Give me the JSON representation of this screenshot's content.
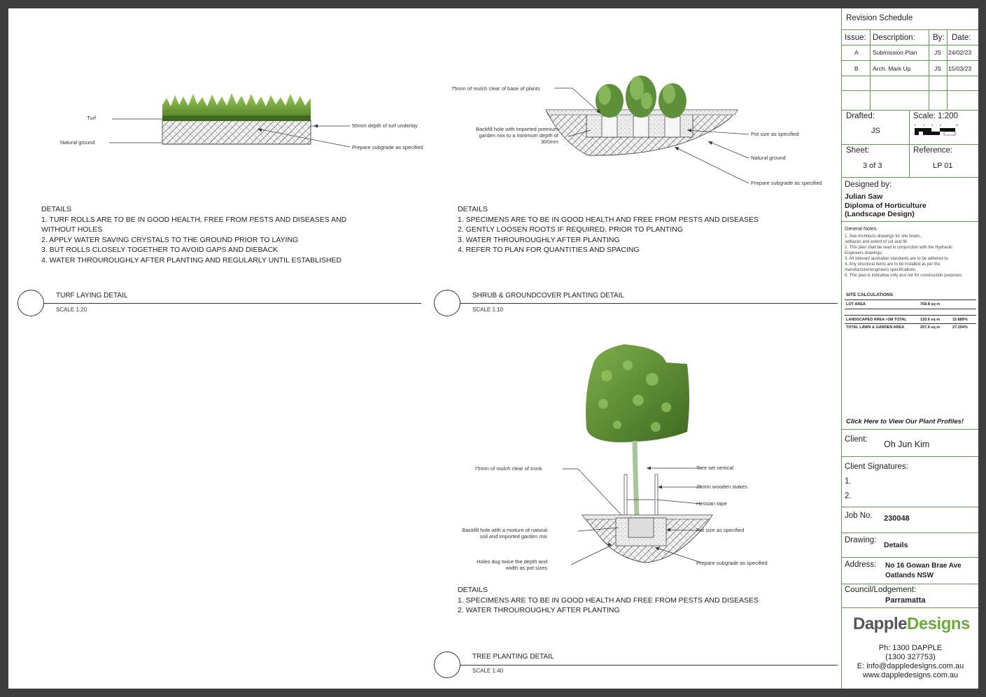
{
  "turf": {
    "labels": {
      "turf": "Turf",
      "natural_ground": "Natural ground",
      "underlay": "50mm depth of turf underlay",
      "subgrade": "Prepare subgrade as specified"
    },
    "details_heading": "DETAILS",
    "details": [
      "1. TURF ROLLS ARE TO BE IN GOOD HEALTH, FREE FROM PESTS AND DISEASES AND",
      "WITHOUT HOLES",
      "2. APPLY WATER SAVING CRYSTALS TO THE GROUND PRIOR TO LAYING",
      "3. BUT ROLLS CLOSELY TOGETHER TO AVOID GAPS AND DIEBACK",
      "4. WATER THROUROUGHLY AFTER PLANTING AND REGULARLY UNTIL ESTABLISHED"
    ],
    "title": "TURF LAYING DETAIL",
    "scale": "SCALE 1:20"
  },
  "shrub": {
    "labels": {
      "mulch": "75mm of mulch clear of base of plants",
      "backfill_1": "Backfill hole with imported premium",
      "backfill_2": "garden mix to a minimum depth of",
      "backfill_3": "300mm",
      "pot_size": "Pot size as specified",
      "natural_ground": "Natural ground",
      "subgrade": "Prepare subgrade as specified"
    },
    "details_heading": "DETAILS",
    "details": [
      "1. SPECIMENS ARE TO BE IN GOOD HEALTH AND FREE FROM PESTS AND DISEASES",
      "2. GENTLY LOOSEN ROOTS IF REQUIRED, PRIOR TO PLANTING",
      "3. WATER THROUROUGHLY AFTER PLANTING",
      "4. REFER TO PLAN FOR QUANTITIES AND SPACING"
    ],
    "title": "SHRUB & GROUNDCOVER PLANTING DETAIL",
    "scale": "SCALE 1:10"
  },
  "tree": {
    "labels": {
      "mulch": "75mm of mulch clear of trunk",
      "tree_vertical": "Tree set vertical",
      "stakes": "25mm wooden stakes",
      "hessian": "Hessian tape",
      "backfill_1": "Backfill hole with a mixture of natural",
      "backfill_2": "soil and imported garden mix",
      "pot_size": "Pot size as specified",
      "holes_1": "Holes dug twice the depth and",
      "holes_2": "width as pot sizes",
      "subgrade": "Prepare subgrade as specified"
    },
    "details_heading": "DETAILS",
    "details": [
      "1. SPECIMENS ARE TO BE IN GOOD HEALTH AND FREE FROM PESTS AND DISEASES",
      "2. WATER THROUROUGHLY AFTER PLANTING"
    ],
    "title": "TREE PLANTING DETAIL",
    "scale": "SCALE 1:40"
  },
  "title_block": {
    "revision_schedule": "Revision Schedule",
    "rev_headers": [
      "Issue:",
      "Description:",
      "By:",
      "Date:"
    ],
    "revisions": [
      {
        "issue": "A",
        "description": "Submission Plan",
        "by": "JS",
        "date": "24/02/23"
      },
      {
        "issue": "B",
        "description": "Arch. Mark Up",
        "by": "JS",
        "date": "15/03/23"
      }
    ],
    "drafted_label": "Drafted:",
    "drafted_value": "JS",
    "scale_label": "Scale: 1:200",
    "scale_ticks": [
      "0",
      "2",
      "4",
      "6",
      "10"
    ],
    "sheet_label": "Sheet:",
    "sheet_value": "3 of 3",
    "reference_label": "Reference:",
    "reference_value": "LP 01",
    "designed_by_label": "Designed by:",
    "designer_name": "Julian  Saw",
    "designer_qual_1": "Diploma  of  Horticulture",
    "designer_qual_2": "(Landscape  Design)",
    "general_notes_title": "General Notes:",
    "general_notes": [
      "1. See Architects drawings for site levels,",
      "setbacks and extent of cut and fill.",
      "2. This plan shall be read in conjunction with the Hydraulic",
      "Engineers drawings.",
      "3. All relevant australian standards are to be adhered to.",
      "4. Any structural items are to be installed as per the",
      "manufacturer/engineers specifications.",
      "5. This plan is indicative only and not for construction purposes."
    ],
    "site_calc_title": "SITE CALCULATIONS",
    "lot_area_label": "LOT AREA",
    "lot_area_value": "758.8 sq m",
    "landscaped_label": "LANDSCAPED AREA >2M TOTAL",
    "landscaped_value": "120.6 sq m",
    "landscaped_pct": "15.889%",
    "lawn_label": "TOTAL LAWN & GARDEN AREA",
    "lawn_value": "207.6 sq m",
    "lawn_pct": "27.354%",
    "plant_profiles_link": "Click Here to View Our Plant Profiles!",
    "client_label": "Client:",
    "client_value": "Oh Jun Kim",
    "client_signatures_label": "Client Signatures:",
    "signature_1": "1.",
    "signature_2": "2.",
    "job_label": "Job No.",
    "job_value": "230048",
    "drawing_label": "Drawing:",
    "drawing_value": "Details",
    "address_label": "Address:",
    "address_1": "No 16 Gowan Brae Ave",
    "address_2": "Oatlands NSW",
    "council_label": "Council/Lodgement:",
    "council_value": "Parramatta",
    "brand_dapple": "Dapple",
    "brand_designs": "Designs",
    "phone": "Ph: 1300 DAPPLE",
    "phone_alt": "(1300 327753)",
    "email": "E: info@dappledesigns.com.au",
    "website": "www.dappledesigns.com.au"
  },
  "colors": {
    "accent_green": "#5e9a4a",
    "brand_grey": "#555555",
    "brand_green": "#6cab3c",
    "link_blue": "#1f5fbf"
  }
}
